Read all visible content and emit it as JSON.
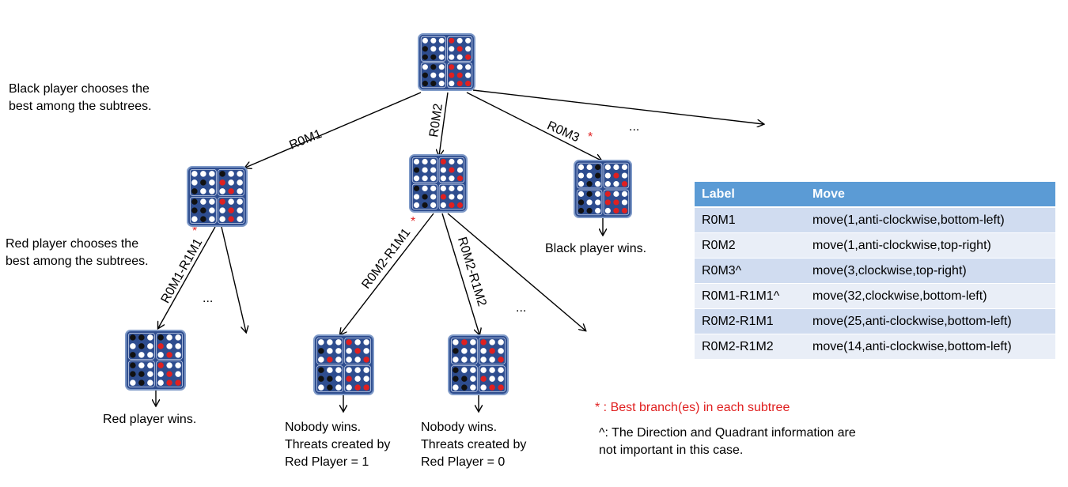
{
  "side_notes": {
    "black": "Black player chooses the best among the subtrees.",
    "red": "Red player chooses the best among the subtrees."
  },
  "edges": {
    "r0m1": "R0M1",
    "r0m2": "R0M2",
    "r0m3": "R0M3",
    "r0m1_r1m1": "R0M1-R1M1",
    "r0m2_r1m1": "R0M2-R1M1",
    "r0m2_r1m2": "R0M2-R1M2",
    "best_marker": "*",
    "more": "..."
  },
  "outcomes": {
    "black_wins": "Black player wins.",
    "red_wins": "Red player wins.",
    "nobody_1": "Nobody wins. Threats created by Red Player = 1",
    "nobody_0": "Nobody wins. Threats created by Red Player = 0"
  },
  "table": {
    "headers": [
      "Label",
      "Move"
    ],
    "rows": [
      [
        "R0M1",
        "move(1,anti-clockwise,bottom-left)"
      ],
      [
        "R0M2",
        "move(1,anti-clockwise,top-right)"
      ],
      [
        "R0M3^",
        "move(3,clockwise,top-right)"
      ],
      [
        "R0M1-R1M1^",
        "move(32,clockwise,bottom-left)"
      ],
      [
        "R0M2-R1M1",
        "move(25,anti-clockwise,bottom-left)"
      ],
      [
        "R0M2-R1M2",
        "move(14,anti-clockwise,bottom-left)"
      ]
    ]
  },
  "legend": {
    "best": "* : Best branch(es) in each subtree",
    "caret": "^: The Direction and Quadrant information are not important in this case."
  },
  "colors": {
    "board_bg": "#2e4d8f",
    "board_border": "#7f9ac8",
    "accent_red": "#e02020",
    "table_header": "#5b9bd5"
  },
  "boards": [
    {
      "name": "board-root",
      "q": [
        [
          "www",
          "bww",
          "bbw"
        ],
        [
          "rww",
          "wrw",
          "wwr"
        ],
        [
          "wbw",
          "bww",
          "bbw"
        ],
        [
          "rww",
          "rrw",
          "wrr"
        ]
      ]
    },
    {
      "name": "board-r0m1",
      "q": [
        [
          "www",
          "wbw",
          "bww"
        ],
        [
          "bww",
          "rww",
          "wrw"
        ],
        [
          "bww",
          "bbw",
          "wbw"
        ],
        [
          "rww",
          "wrw",
          "wrw"
        ]
      ]
    },
    {
      "name": "board-r0m2",
      "q": [
        [
          "www",
          "bww",
          "www"
        ],
        [
          "rww",
          "wrw",
          "wwr"
        ],
        [
          "bww",
          "wbw",
          "wbw"
        ],
        [
          "www",
          "rww",
          "wrr"
        ]
      ]
    },
    {
      "name": "board-r0m3",
      "q": [
        [
          "wwb",
          "wwb",
          "wbw"
        ],
        [
          "www",
          "wrw",
          "wwr"
        ],
        [
          "wbw",
          "bww",
          "bbw"
        ],
        [
          "rww",
          "rrw",
          "wrr"
        ]
      ]
    },
    {
      "name": "board-r0m1-r1m1",
      "q": [
        [
          "bbw",
          "wbw",
          "bww"
        ],
        [
          "bww",
          "rww",
          "wrw"
        ],
        [
          "bww",
          "bbw",
          "wbw"
        ],
        [
          "rww",
          "wrw",
          "wrr"
        ]
      ]
    },
    {
      "name": "board-r0m2-r1m1",
      "q": [
        [
          "www",
          "bww",
          "wrw"
        ],
        [
          "rww",
          "wrw",
          "wwr"
        ],
        [
          "bww",
          "bbw",
          "wbw"
        ],
        [
          "www",
          "rww",
          "wrr"
        ]
      ]
    },
    {
      "name": "board-r0m2-r1m2",
      "q": [
        [
          "wrw",
          "bww",
          "www"
        ],
        [
          "rww",
          "wrw",
          "wwr"
        ],
        [
          "bww",
          "bbw",
          "wbw"
        ],
        [
          "www",
          "rww",
          "wrr"
        ]
      ]
    }
  ]
}
